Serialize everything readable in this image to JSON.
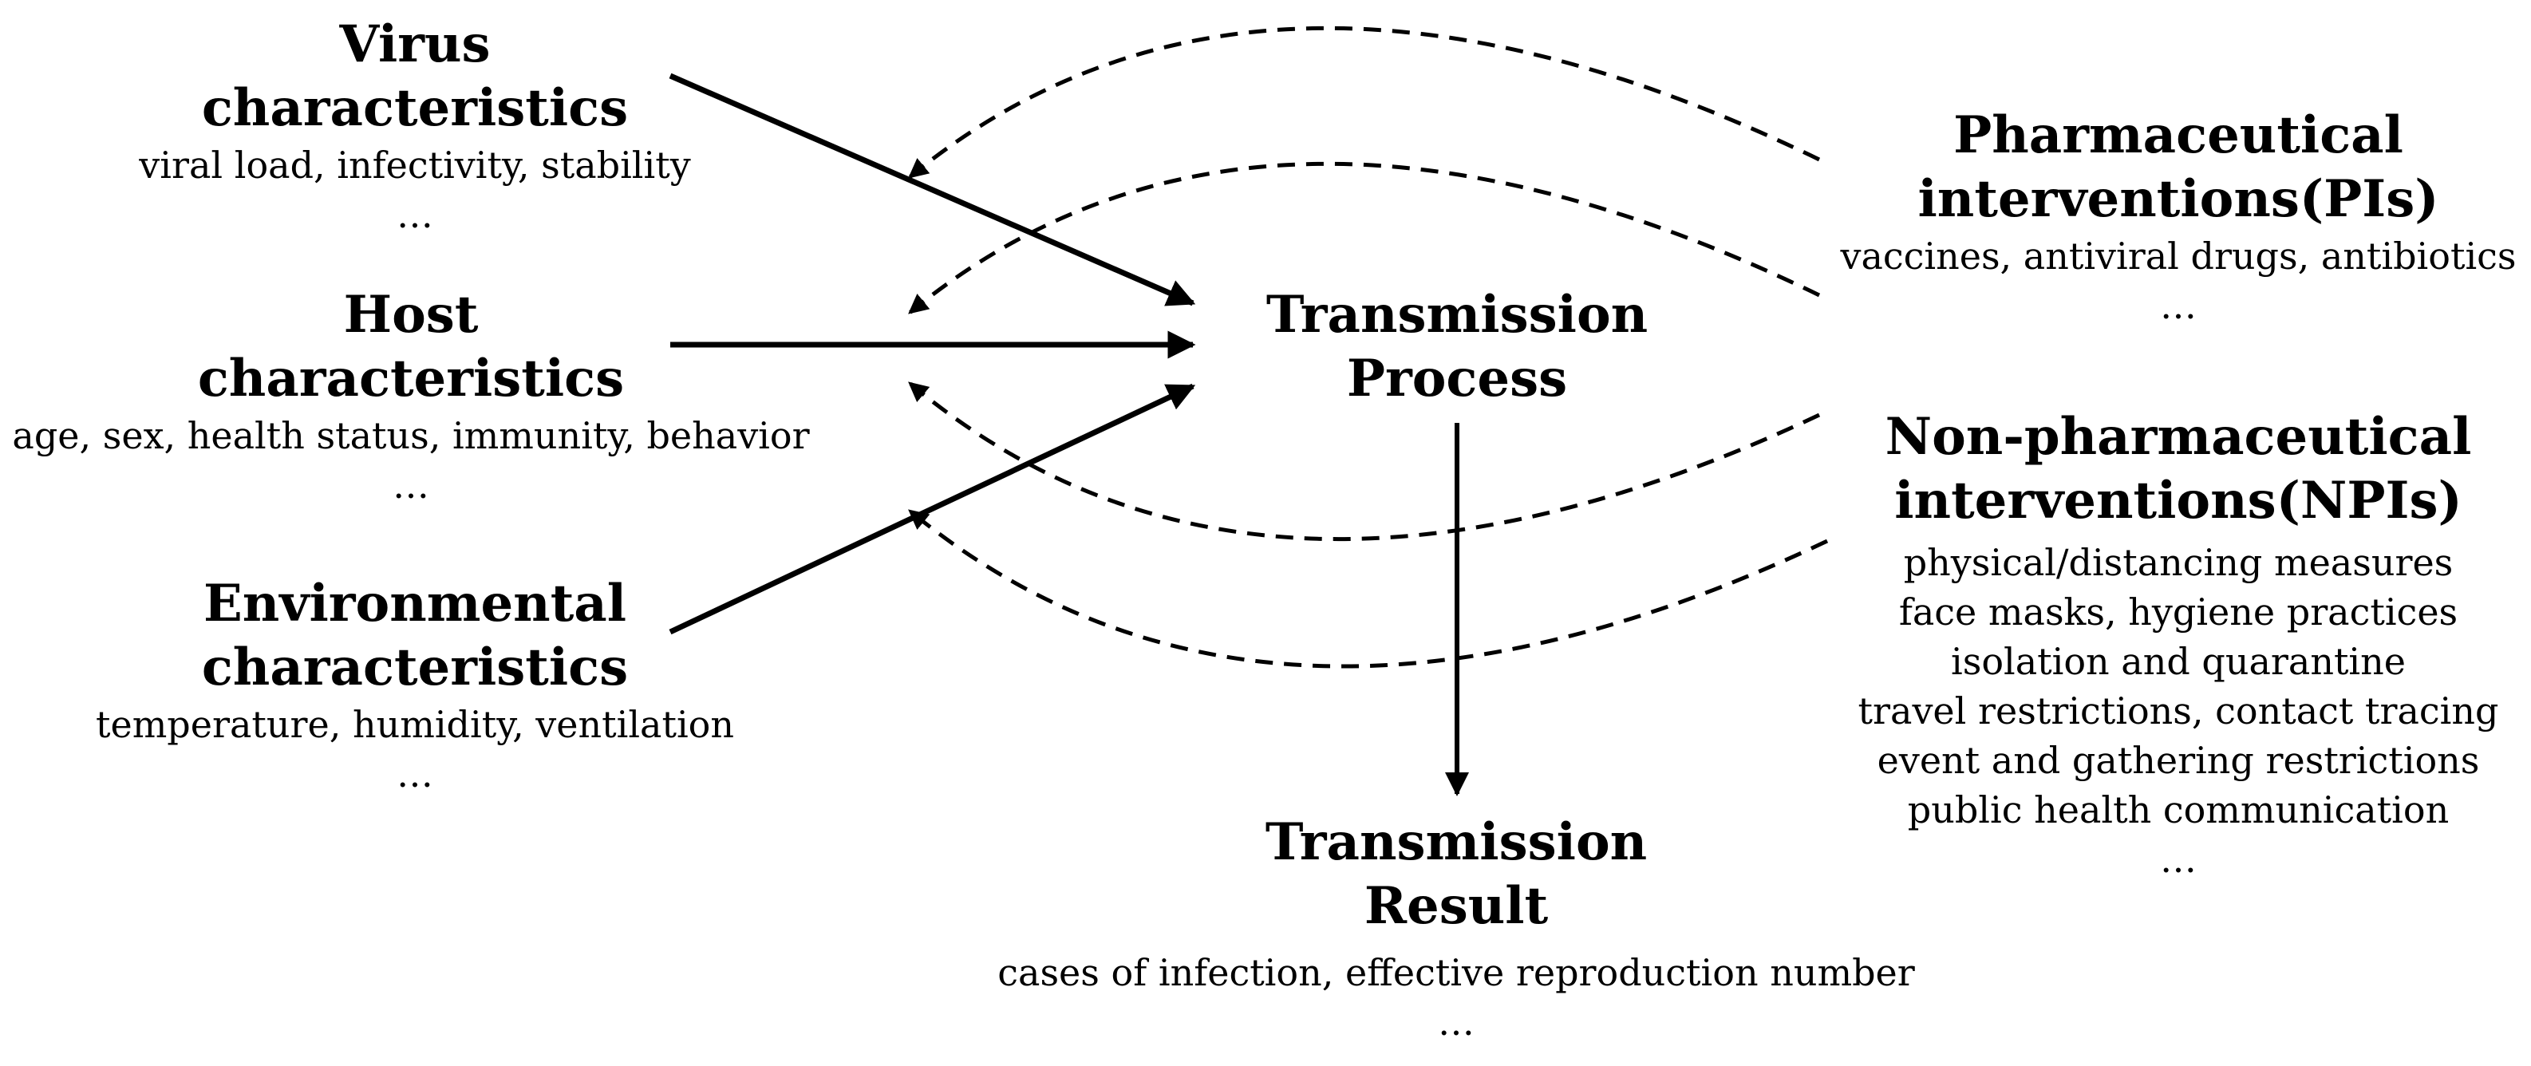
{
  "left_factors": [
    {
      "title_lines": [
        "Virus",
        "characteristics"
      ],
      "detail_lines": [
        "viral load, infectivity, stability",
        "…"
      ]
    },
    {
      "title_lines": [
        "Host",
        "characteristics"
      ],
      "detail_lines": [
        "age, sex, health status, immunity, behavior",
        "…"
      ]
    },
    {
      "title_lines": [
        "Environmental",
        "characteristics"
      ],
      "detail_lines": [
        "temperature, humidity, ventilation",
        "…"
      ]
    }
  ],
  "center": {
    "title_lines": [
      "Transmission",
      "Process"
    ]
  },
  "result": {
    "title_lines": [
      "Transmission",
      "Result"
    ],
    "detail_lines": [
      "cases of infection, effective reproduction number",
      "…"
    ]
  },
  "interventions": [
    {
      "title_lines": [
        "Pharmaceutical",
        "interventions(PIs)"
      ],
      "detail_lines": [
        "vaccines, antiviral drugs, antibiotics",
        "…"
      ]
    },
    {
      "title_lines": [
        "Non-pharmaceutical",
        "interventions(NPIs)"
      ],
      "detail_lines": [
        "physical/distancing measures",
        "face masks, hygiene practices",
        "isolation and quarantine",
        "travel restrictions, contact tracing",
        "event and gathering restrictions",
        "public health communication",
        "…"
      ]
    }
  ],
  "colors": {
    "line": "#000000",
    "background": "#ffffff"
  }
}
